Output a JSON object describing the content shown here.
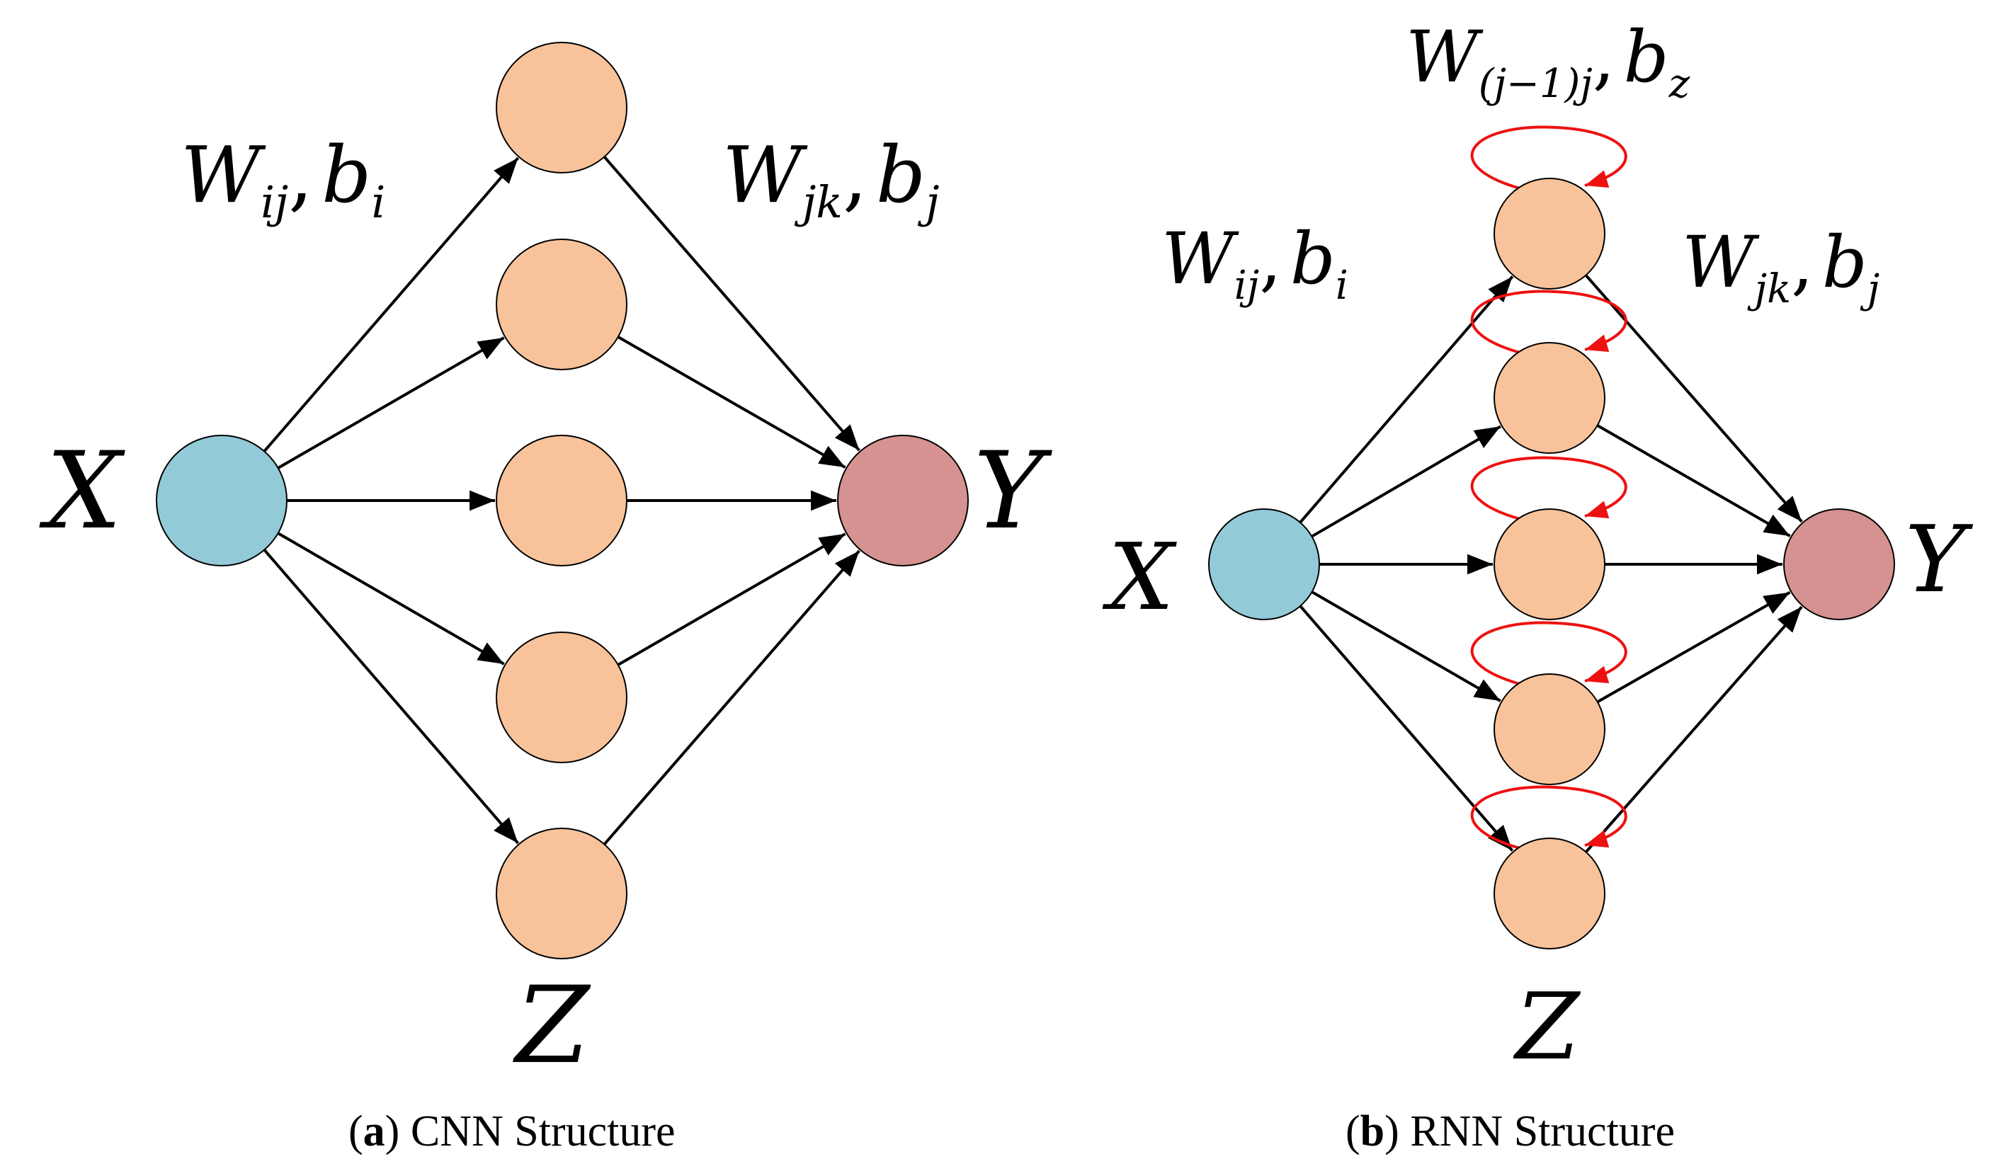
{
  "colors": {
    "input_node": "#92cad8",
    "hidden_node": "#f8c39a",
    "output_node": "#d69290",
    "edge": "#000000",
    "recurrent_edge": "#ee1111"
  },
  "panel_a": {
    "input_label": "X",
    "output_label": "Y",
    "hidden_label": "Z",
    "weight_in": {
      "base": "W",
      "sub": "ij",
      "sep": ",",
      "bias_base": "b",
      "bias_sub": "i"
    },
    "weight_out": {
      "base": "W",
      "sub": "jk",
      "sep": ",",
      "bias_base": "b",
      "bias_sub": "j"
    },
    "caption": {
      "letter": "a",
      "open": "(",
      "close": ")",
      "text": " CNN Structure"
    },
    "hidden_count": 5
  },
  "panel_b": {
    "input_label": "X",
    "output_label": "Y",
    "hidden_label": "Z",
    "weight_in": {
      "base": "W",
      "sub": "ij",
      "sep": ",",
      "bias_base": "b",
      "bias_sub": "i"
    },
    "weight_out": {
      "base": "W",
      "sub": "jk",
      "sep": ",",
      "bias_base": "b",
      "bias_sub": "j"
    },
    "weight_rec": {
      "base": "W",
      "sub": "(j−1)j",
      "sep": ",",
      "bias_base": "b",
      "bias_sub": "z"
    },
    "caption": {
      "letter": "b",
      "open": "(",
      "close": ")",
      "text": " RNN Structure"
    },
    "hidden_count": 5
  }
}
